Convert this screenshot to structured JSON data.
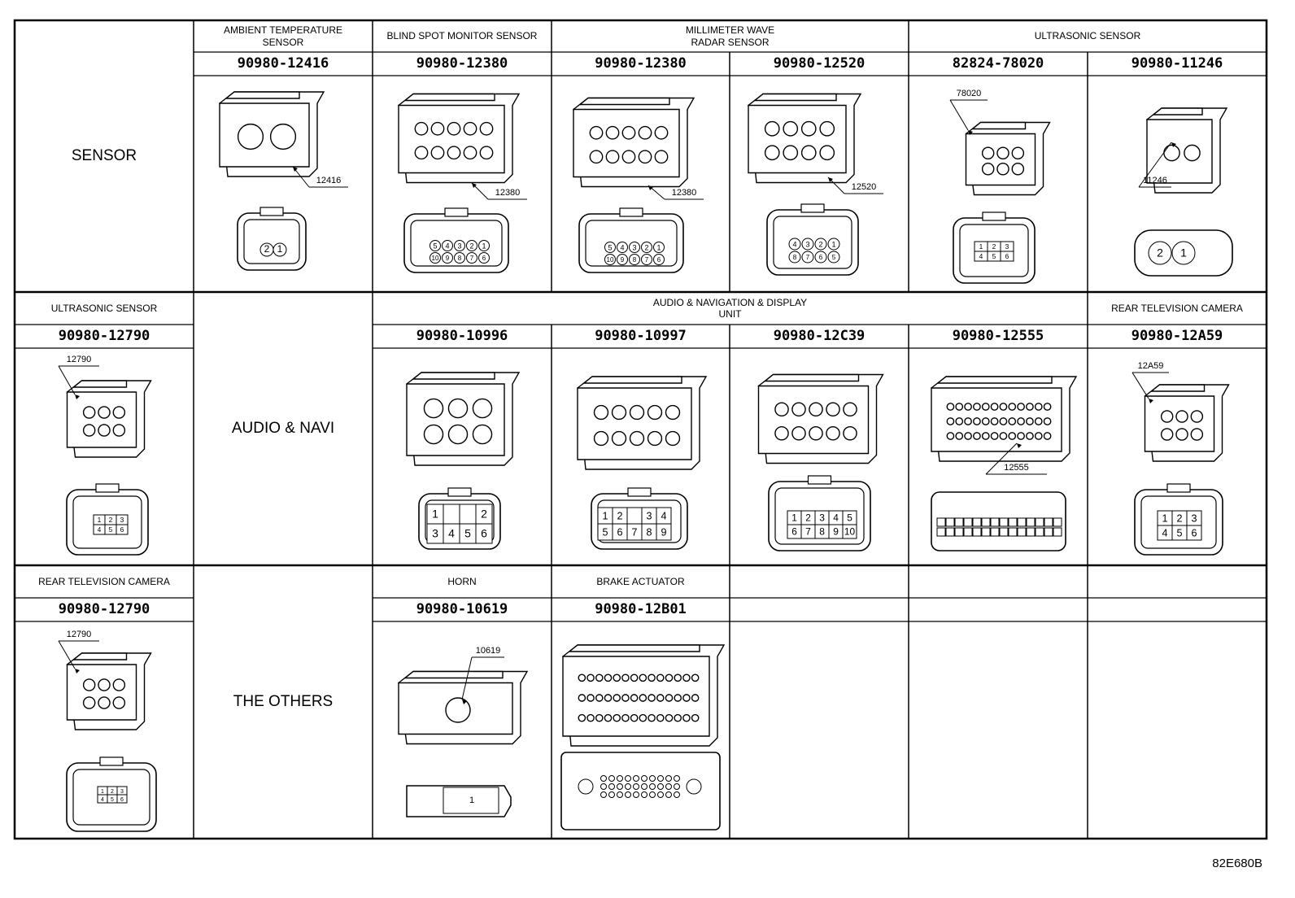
{
  "groups": {
    "sensor": "SENSOR",
    "audio_navi": "AUDIO & NAVI",
    "others": "THE OTHERS"
  },
  "headers": {
    "ambient": "AMBIENT TEMPERATURE\nSENSOR",
    "blind_spot": "BLIND SPOT MONITOR SENSOR",
    "millimeter": "MILLIMETER WAVE\nRADAR SENSOR",
    "ultrasonic_1": "ULTRASONIC SENSOR",
    "ultrasonic_2": "ULTRASONIC SENSOR",
    "audio_nav_display": "AUDIO & NAVIGATION & DISPLAY\nUNIT",
    "rear_tv_1": "REAR TELEVISION CAMERA",
    "rear_tv_2": "REAR TELEVISION CAMERA",
    "horn": "HORN",
    "brake": "BRAKE ACTUATOR"
  },
  "part_numbers": {
    "ambient": "90980-12416",
    "blind_spot": "90980-12380",
    "mm_a": "90980-12380",
    "mm_b": "90980-12520",
    "us_a": "82824-78020",
    "us_b": "90980-11246",
    "us_c": "90980-12790",
    "an_a": "90980-10996",
    "an_b": "90980-10997",
    "an_c": "90980-12C39",
    "an_d": "90980-12555",
    "rtv_a": "90980-12A59",
    "rtv_b": "90980-12790",
    "horn": "90980-10619",
    "brake": "90980-12B01"
  },
  "callouts": {
    "ambient": "12416",
    "blind_spot": "12380",
    "mm_a": "12380",
    "mm_b": "12520",
    "us_a": "78020",
    "us_b": "11246",
    "us_c": "12790",
    "an_d": "12555",
    "rtv_a": "12A59",
    "rtv_b": "12790",
    "horn": "10619"
  },
  "pins": {
    "two": [
      "2",
      "1"
    ],
    "six_grid": [
      "1",
      "2",
      "3",
      "4",
      "5",
      "6"
    ],
    "ten_grid": [
      "1",
      "2",
      "3",
      "4",
      "5",
      "6",
      "7",
      "8",
      "9",
      "10"
    ],
    "ten_top": [
      "5",
      "4",
      "3",
      "2",
      "1"
    ],
    "ten_bottom": [
      "10",
      "9",
      "8",
      "7",
      "6"
    ],
    "eight_top": [
      "4",
      "3",
      "2",
      "1"
    ],
    "eight_bottom": [
      "8",
      "7",
      "6",
      "5"
    ],
    "single": [
      "1"
    ]
  },
  "doc_code": "82E680B"
}
